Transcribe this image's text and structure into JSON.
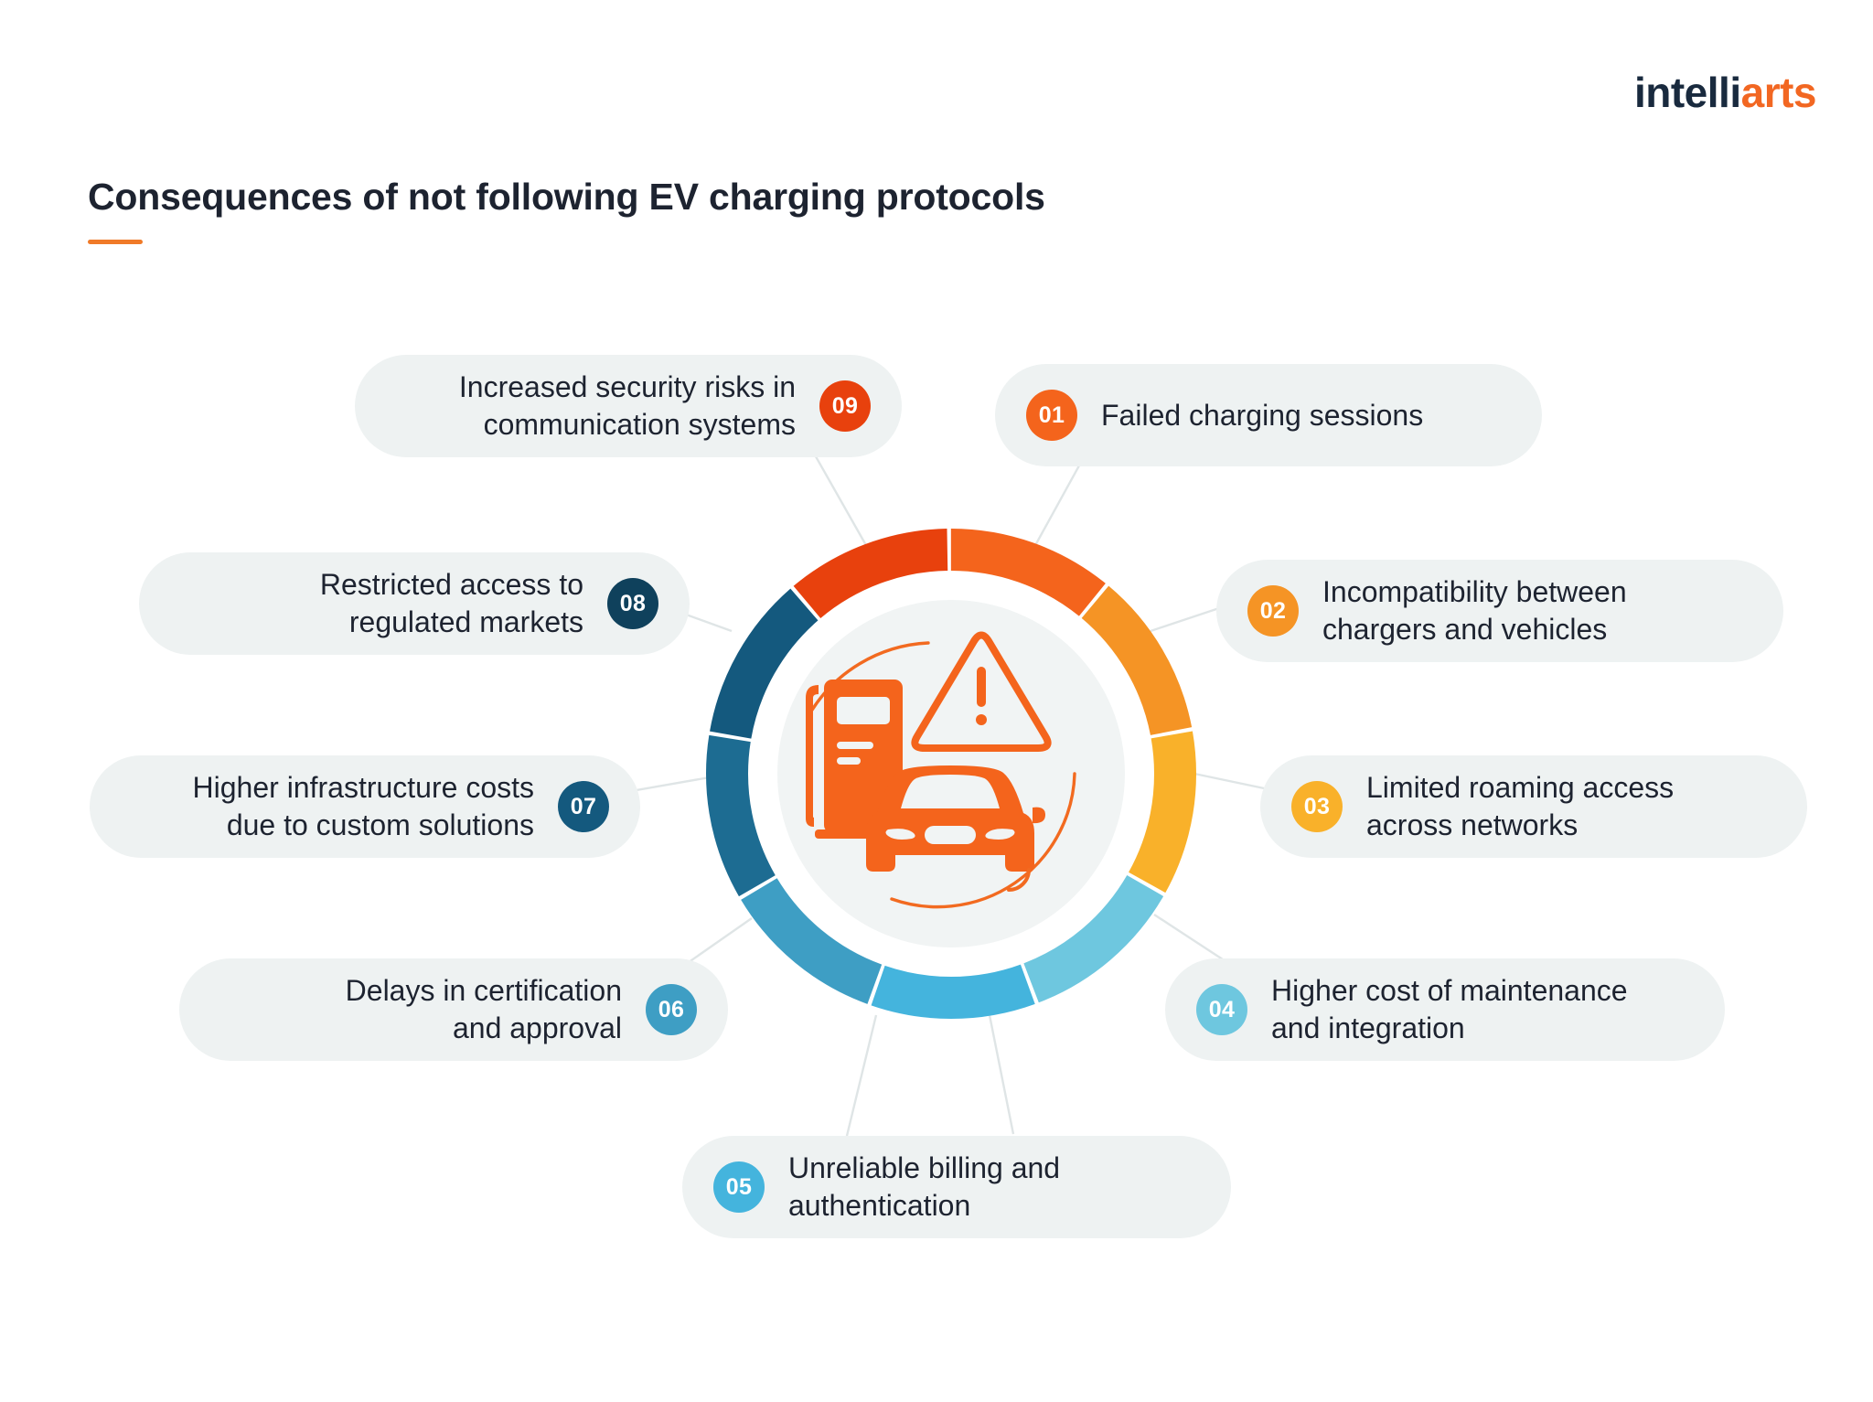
{
  "brand": {
    "logo_dark": "intelli",
    "logo_accent": "arts"
  },
  "header": {
    "title": "Consequences of not following EV charging protocols"
  },
  "center": {
    "icon_name": "ev-charging-warning-icon",
    "icon_color": "#f4641c"
  },
  "colors": {
    "card_bg": "#eef2f2",
    "text": "#1d2330",
    "accent_orange": "#f07a28",
    "connector": "#dfe5e6",
    "ring_inner": "#ffffff",
    "ring_core": "#f1f4f4"
  },
  "items": [
    {
      "number": "01",
      "label": "Failed charging sessions",
      "badge_color": "#f4641c",
      "side": "right"
    },
    {
      "number": "02",
      "label": "Incompatibility between\nchargers and vehicles",
      "badge_color": "#f59425",
      "side": "right"
    },
    {
      "number": "03",
      "label": "Limited roaming access\nacross networks",
      "badge_color": "#f9b12a",
      "side": "right"
    },
    {
      "number": "04",
      "label": "Higher cost of maintenance\nand integration",
      "badge_color": "#6ec7df",
      "side": "right"
    },
    {
      "number": "05",
      "label": "Unreliable billing and\nauthentication",
      "badge_color": "#44b4dd",
      "side": "right"
    },
    {
      "number": "06",
      "label": "Delays in certification\nand approval",
      "badge_color": "#3e9ec4",
      "side": "left"
    },
    {
      "number": "07",
      "label": "Higher infrastructure costs\ndue to custom solutions",
      "badge_color": "#14597e",
      "side": "left"
    },
    {
      "number": "08",
      "label": "Restricted access to\nregulated markets",
      "badge_color": "#0f415c",
      "side": "left"
    },
    {
      "number": "09",
      "label": "Increased security risks in\ncommunication systems",
      "badge_color": "#e8410d",
      "side": "left"
    }
  ],
  "chart_data": {
    "type": "pie",
    "title": "Consequences of not following EV charging protocols",
    "subtitle": "",
    "xlabel": "",
    "ylabel": "",
    "legend_position": "around",
    "grid": false,
    "note": "Nine equal donut segments, one per consequence, read clockwise from 12 o'clock.",
    "categories": [
      "Failed charging sessions",
      "Incompatibility between chargers and vehicles",
      "Limited roaming access across networks",
      "Higher cost of maintenance and integration",
      "Unreliable billing and authentication",
      "Delays in certification and approval",
      "Higher infrastructure costs due to custom solutions",
      "Restricted access to regulated markets",
      "Increased security risks in communication systems"
    ],
    "values": [
      11.11,
      11.11,
      11.11,
      11.11,
      11.11,
      11.11,
      11.11,
      11.11,
      11.11
    ],
    "segment_colors": [
      "#f4641c",
      "#f59425",
      "#f9b12a",
      "#6ec7df",
      "#44b4dd",
      "#3e9ec4",
      "#1d6c92",
      "#14597e",
      "#e8410d"
    ]
  }
}
